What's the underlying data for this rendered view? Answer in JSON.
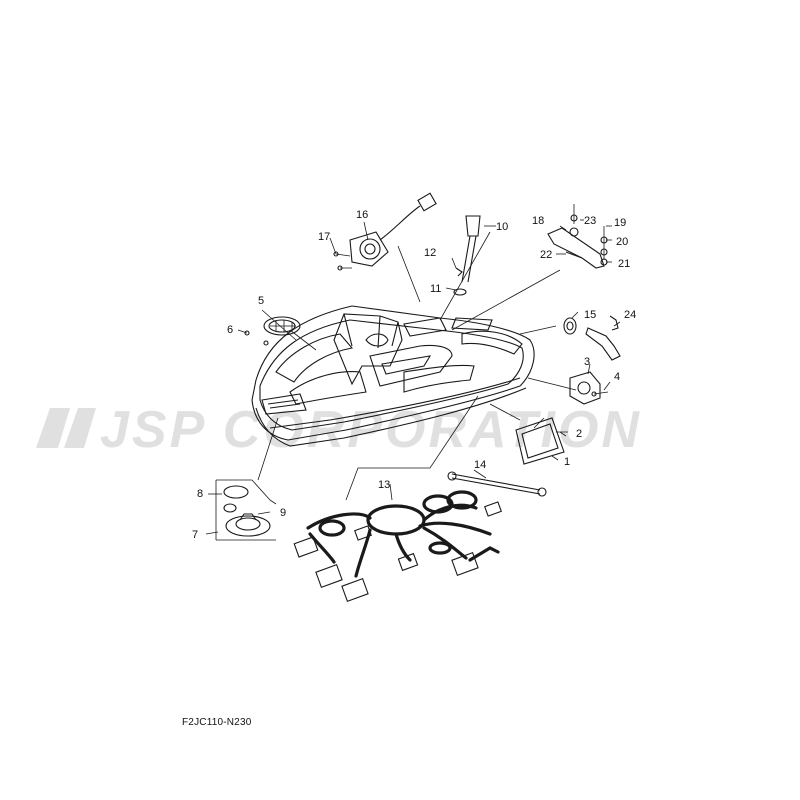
{
  "watermark": {
    "text": "JSP CORPORATION"
  },
  "diagram_code": "F2JC110-N230",
  "callouts": [
    "1",
    "2",
    "3",
    "4",
    "5",
    "6",
    "7",
    "8",
    "9",
    "10",
    "11",
    "12",
    "13",
    "14",
    "15",
    "16",
    "17",
    "18",
    "19",
    "20",
    "21",
    "22",
    "23",
    "24"
  ]
}
